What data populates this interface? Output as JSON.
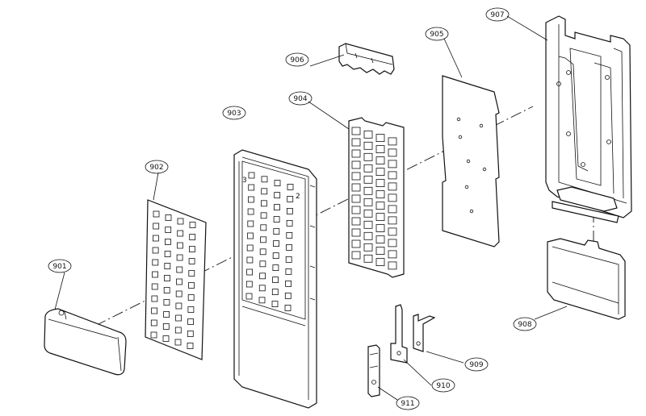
{
  "diagram": {
    "callouts": {
      "p901": "901",
      "p902": "902",
      "p903": "903",
      "p904": "904",
      "p905": "905",
      "p906": "906",
      "p907": "907",
      "p908": "908",
      "p909": "909",
      "p910": "910",
      "p911": "911"
    },
    "markings": {
      "front_a": "3",
      "front_b": "2"
    }
  }
}
